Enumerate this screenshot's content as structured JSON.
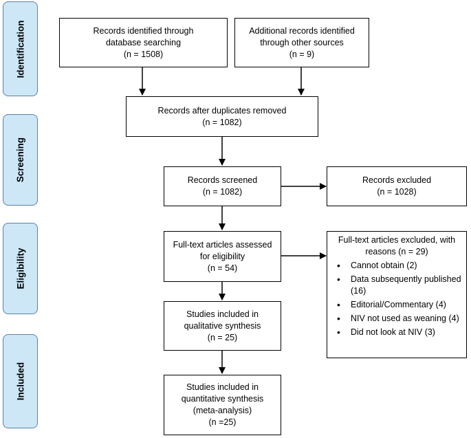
{
  "colors": {
    "phase_fill": "#cde7f7",
    "phase_border": "#5b7fa6",
    "box_border": "#000000",
    "arrow": "#000000"
  },
  "phases": [
    {
      "id": "identification",
      "label": "Identification"
    },
    {
      "id": "screening",
      "label": "Screening"
    },
    {
      "id": "eligibility",
      "label": "Eligibility"
    },
    {
      "id": "included",
      "label": "Included"
    }
  ],
  "boxes": {
    "database_search": {
      "lines": [
        "Records identified through",
        "database searching",
        "(n = 1508)"
      ]
    },
    "other_sources": {
      "lines": [
        "Additional records identified",
        "through other sources",
        "(n = 9)"
      ]
    },
    "after_duplicates": {
      "lines": [
        "Records after duplicates removed",
        "(n = 1082)"
      ]
    },
    "screened": {
      "lines": [
        "Records screened",
        "(n = 1082)"
      ]
    },
    "excluded": {
      "lines": [
        "Records excluded",
        "(n = 1028)"
      ]
    },
    "full_text": {
      "lines": [
        "Full-text articles assessed",
        "for eligibility",
        "(n = 54)"
      ]
    },
    "qualitative": {
      "lines": [
        "Studies included in",
        "qualitative synthesis",
        "(n = 25)"
      ]
    },
    "quantitative": {
      "lines": [
        "Studies included in",
        "quantitative synthesis",
        "(meta-analysis)",
        "(n =25)"
      ]
    }
  },
  "full_text_excluded": {
    "heading": [
      "Full-text articles excluded, with",
      "reasons (n = 29)"
    ],
    "reasons": [
      "Cannot obtain (2)",
      "Data subsequently published (16)",
      "Editorial/Commentary (4)",
      "NIV not used as weaning (4)",
      "Did not look at NIV (3)"
    ]
  }
}
